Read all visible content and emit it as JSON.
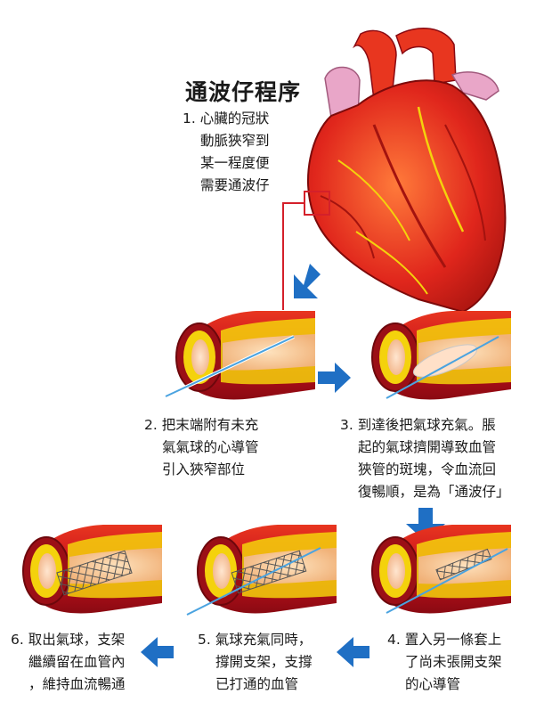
{
  "title": "通波仔程序",
  "steps": [
    {
      "lines": [
        "1. 心臟的冠狀",
        "動脈狹窄到",
        "某一程度便",
        "需要通波仔"
      ]
    },
    {
      "lines": [
        "2. 把末端附有未充",
        "氣氣球的心導管",
        "引入狹窄部位"
      ]
    },
    {
      "lines": [
        "3. 到達後把氣球充氣。脹",
        "起的氣球擠開導致血管",
        "狹管的斑塊，令血流回",
        "復暢順，是為「通波仔」"
      ]
    },
    {
      "lines": [
        "4. 置入另一條套上",
        "了尚未張開支架",
        "的心導管"
      ]
    },
    {
      "lines": [
        "5. 氣球充氣同時，",
        "撐開支架，支撐",
        "已打通的血管"
      ]
    },
    {
      "lines": [
        "6. 取出氣球，支架",
        "繼續留在血管內",
        "，維持血流暢通"
      ]
    }
  ],
  "colors": {
    "arrow": "#1f6fc4",
    "vessel_outer": "#c8101e",
    "plaque": "#f4d20c",
    "heart": "#e0261c",
    "callout": "#d4202a"
  }
}
